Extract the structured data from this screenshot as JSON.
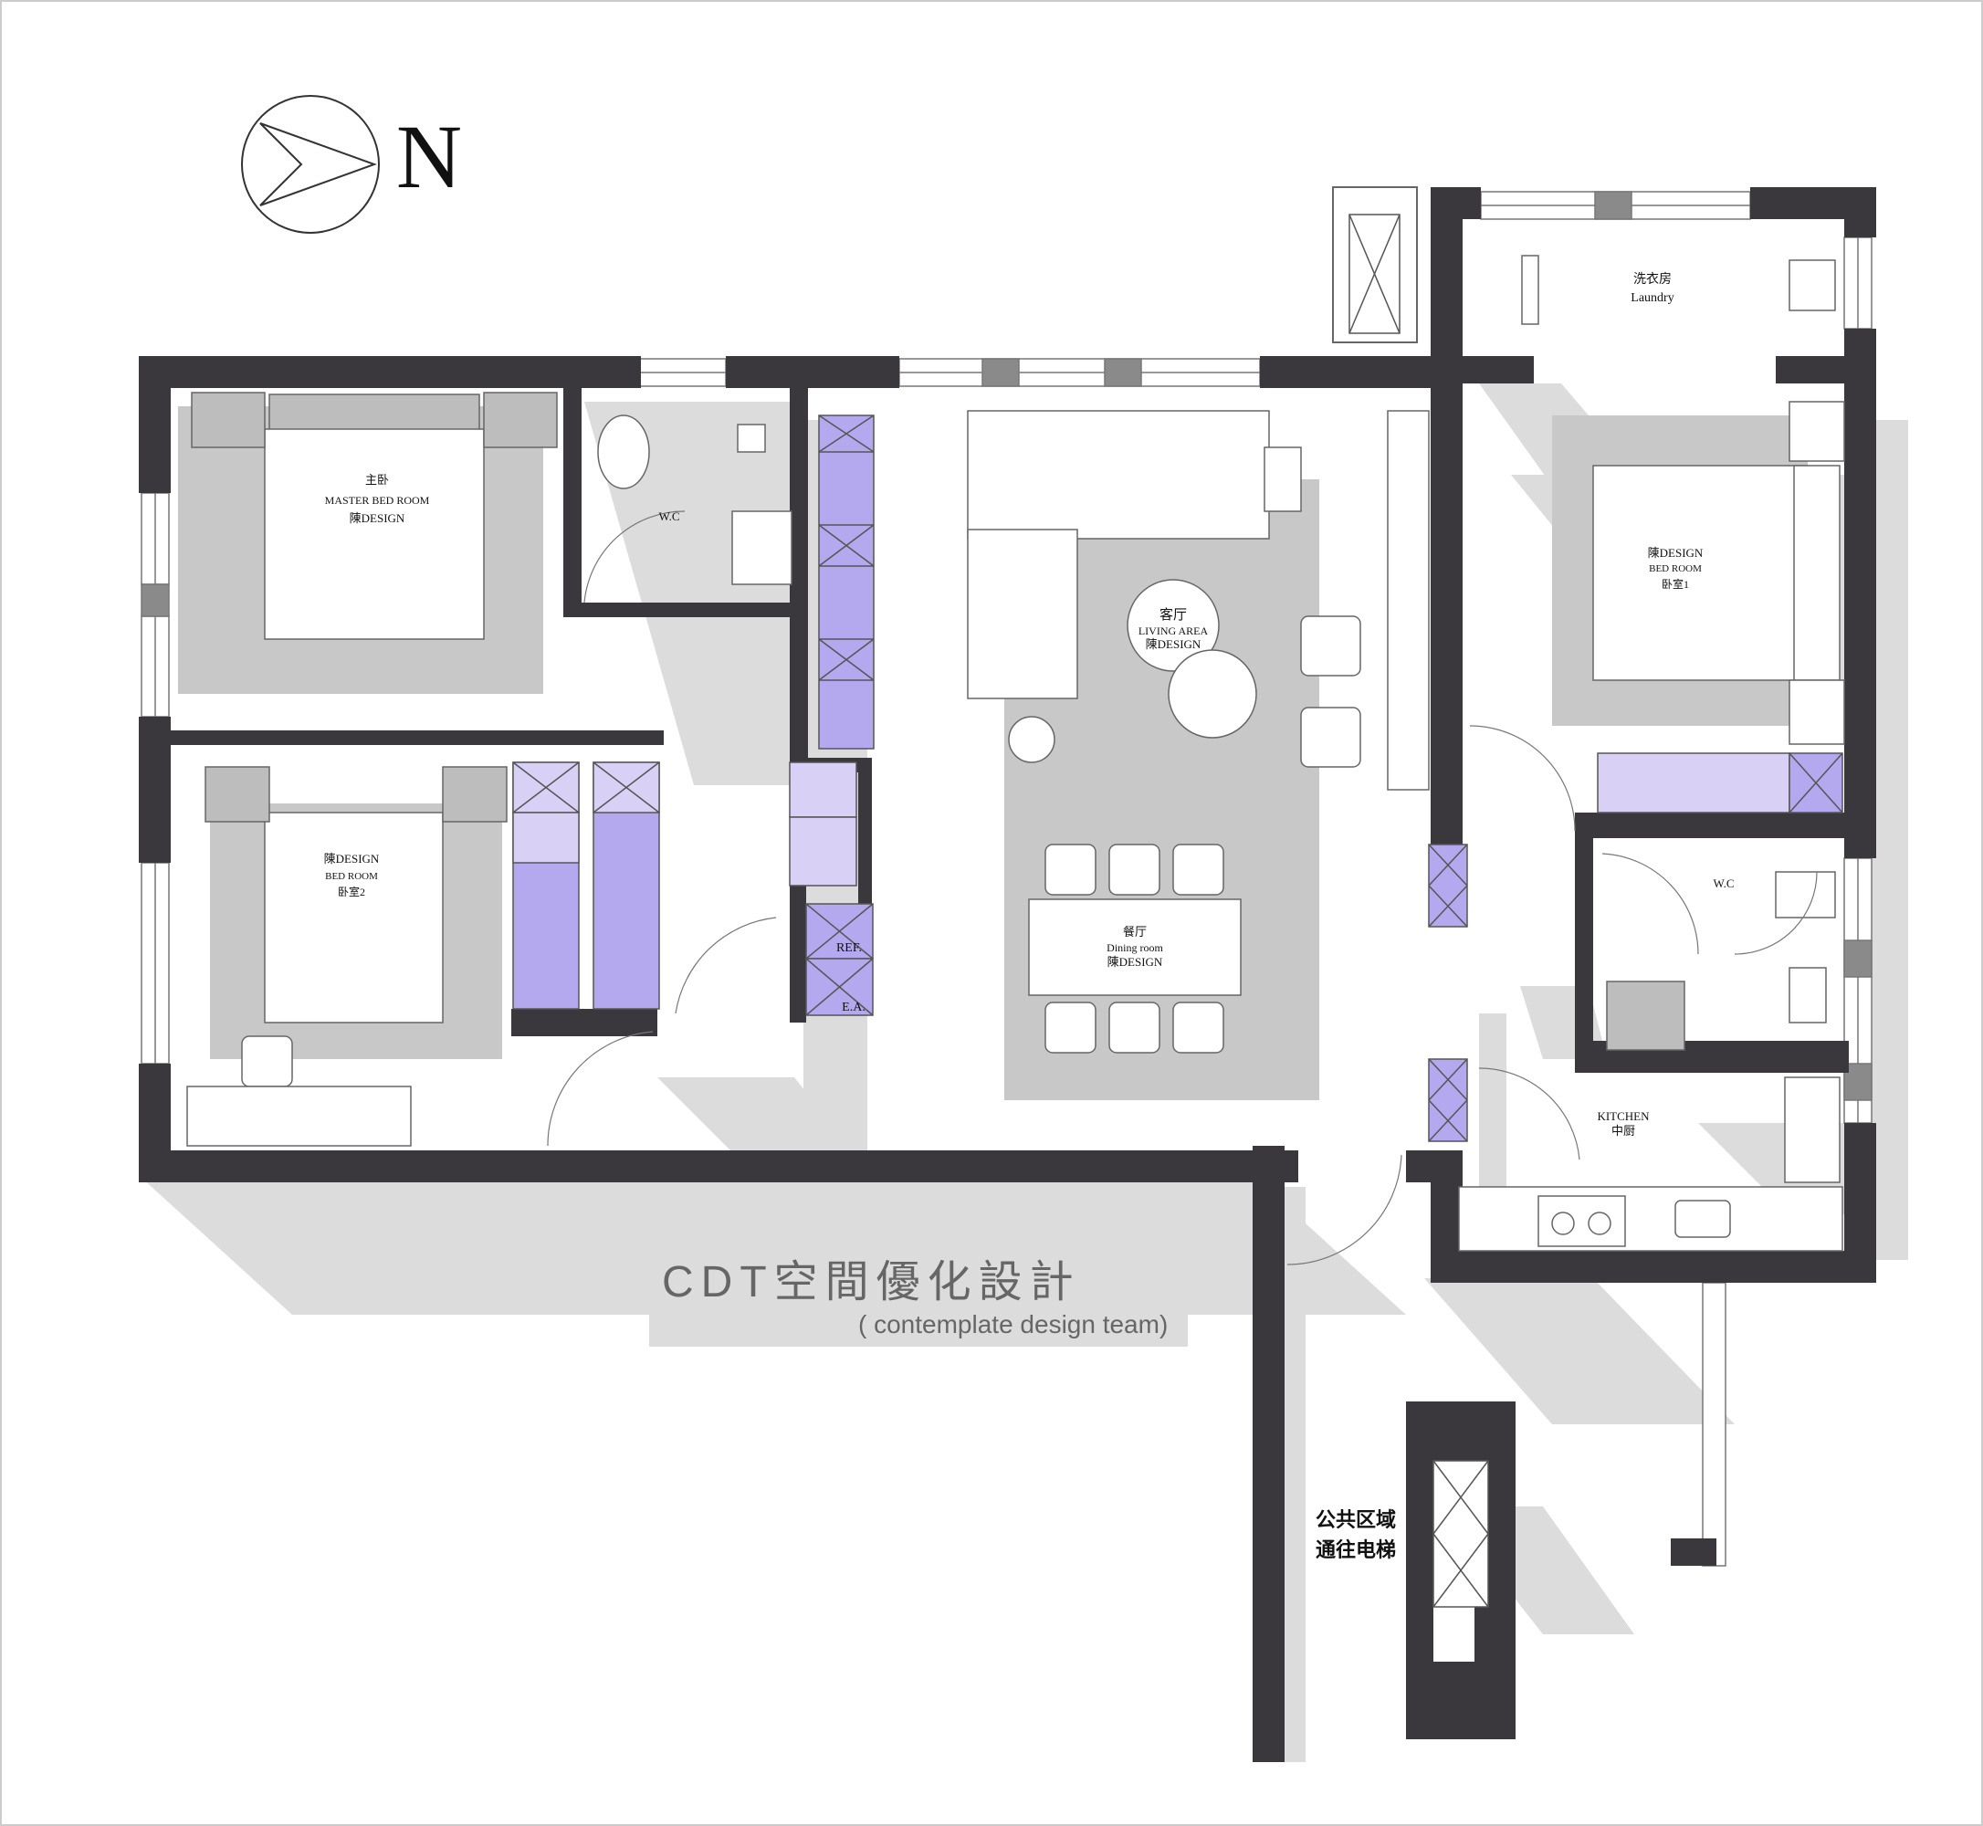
{
  "compass": {
    "label": "N",
    "icon": "north-arrow-icon"
  },
  "colors": {
    "wall": "#3a383d",
    "shadow": "#dcdcdc",
    "rug": "#c8c8c8",
    "furniture_gray": "#bdbdbd",
    "cabinet": "#b4a8ee",
    "cabinet_light": "#d8d0f5",
    "white": "#ffffff"
  },
  "rooms": {
    "laundry": {
      "zh": "洗衣房",
      "en": "Laundry"
    },
    "master_bedroom": {
      "zh": "主卧",
      "en": "MASTER BED ROOM",
      "brand": "陳DESIGN"
    },
    "bedroom_2": {
      "brand": "陳DESIGN",
      "en": "BED ROOM",
      "zh": "卧室2"
    },
    "bedroom_1": {
      "brand": "陳DESIGN",
      "en": "BED ROOM",
      "zh": "卧室1"
    },
    "wc_master": {
      "label": "W.C"
    },
    "wc_main": {
      "label": "W.C"
    },
    "living": {
      "zh": "客厅",
      "en": "LIVING AREA",
      "brand": "陳DESIGN"
    },
    "dining": {
      "zh": "餐厅",
      "en": "Dining room",
      "brand": "陳DESIGN"
    },
    "kitchen": {
      "en": "KITCHEN",
      "zh": "中厨"
    },
    "ref": {
      "label": "REF."
    },
    "ea": {
      "label": "E.A."
    },
    "public_area": {
      "line1": "公共区域",
      "line2": "通往电梯"
    }
  },
  "branding": {
    "title": "CDT空間優化設計",
    "subtitle": "( contemplate design team)"
  }
}
